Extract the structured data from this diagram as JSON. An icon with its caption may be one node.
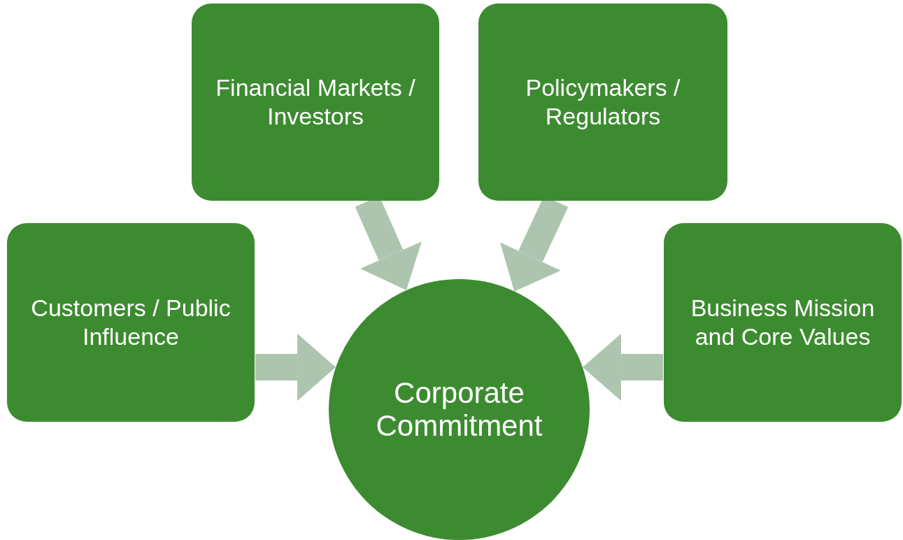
{
  "diagram": {
    "nodes": [
      {
        "text": [
          "Financial Markets / Investors"
        ]
      },
      {
        "text": [
          "Policymakers / Regulators"
        ]
      },
      {
        "text": [
          "Customers / Public Influence"
        ]
      },
      {
        "text": [
          "Business Mission and Core Values"
        ]
      },
      {
        "text": [
          "Corporate Commitment"
        ]
      }
    ],
    "edges": [
      {
        "from": 0,
        "to": 4,
        "arrow": "to"
      },
      {
        "from": 1,
        "to": 4,
        "arrow": "to"
      },
      {
        "from": 2,
        "to": 4,
        "arrow": "to"
      },
      {
        "from": 3,
        "to": 4,
        "arrow": "to"
      }
    ]
  }
}
